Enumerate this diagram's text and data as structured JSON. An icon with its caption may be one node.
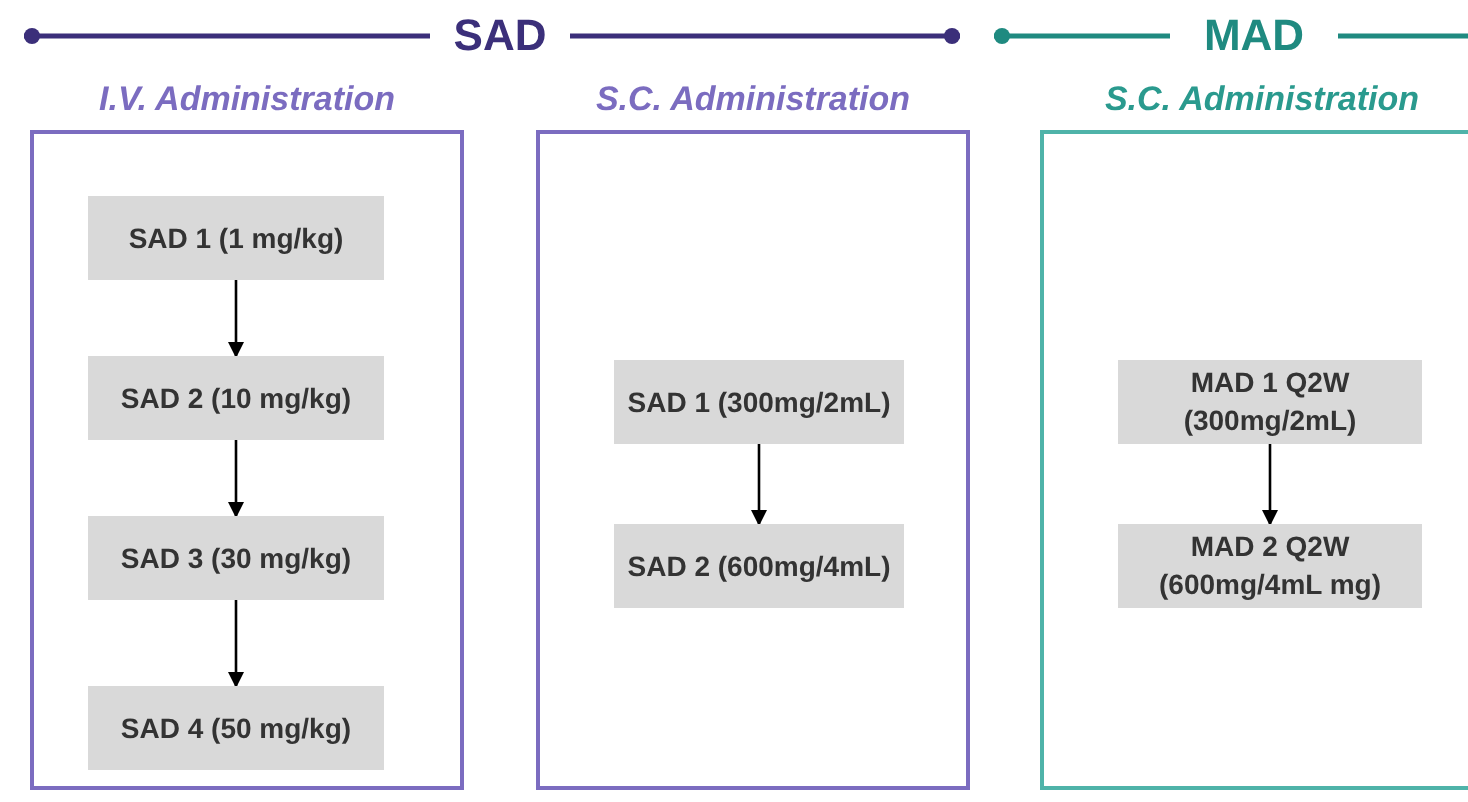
{
  "diagram": {
    "nodes": [
      {
        "text": [
          "I.V. Administration"
        ]
      },
      {
        "text": [
          "SAD 1 (1 mg/kg)"
        ],
        "in": 0
      },
      {
        "text": [
          "SAD 2 (10 mg/kg)"
        ],
        "in": 0
      },
      {
        "text": [
          "SAD 3 (30 mg/kg)"
        ],
        "in": 0
      },
      {
        "text": [
          "SAD 4 (50 mg/kg)"
        ],
        "in": 0
      },
      {
        "text": [
          "S.C. Administration"
        ]
      },
      {
        "text": [
          "SAD 1 (300mg/2mL)"
        ],
        "in": 5
      },
      {
        "text": [
          "SAD 2 (600mg/4mL)"
        ],
        "in": 5
      },
      {
        "text": [
          "S.C. Administration"
        ]
      },
      {
        "text": [
          "MAD 1 Q2W (300mg/2mL)"
        ],
        "in": 8
      },
      {
        "text": [
          "MAD 2 Q2W (600mg/4mL mg)"
        ],
        "in": 8
      }
    ],
    "edges": [
      {
        "from": 1,
        "to": 2,
        "arrow": "to"
      },
      {
        "from": 2,
        "to": 3,
        "arrow": "to"
      },
      {
        "from": 3,
        "to": 4,
        "arrow": "to"
      },
      {
        "from": 6,
        "to": 7,
        "arrow": "to"
      },
      {
        "from": 9,
        "to": 10,
        "arrow": "to"
      }
    ],
    "labels": [
      "SAD",
      "MAD"
    ]
  }
}
